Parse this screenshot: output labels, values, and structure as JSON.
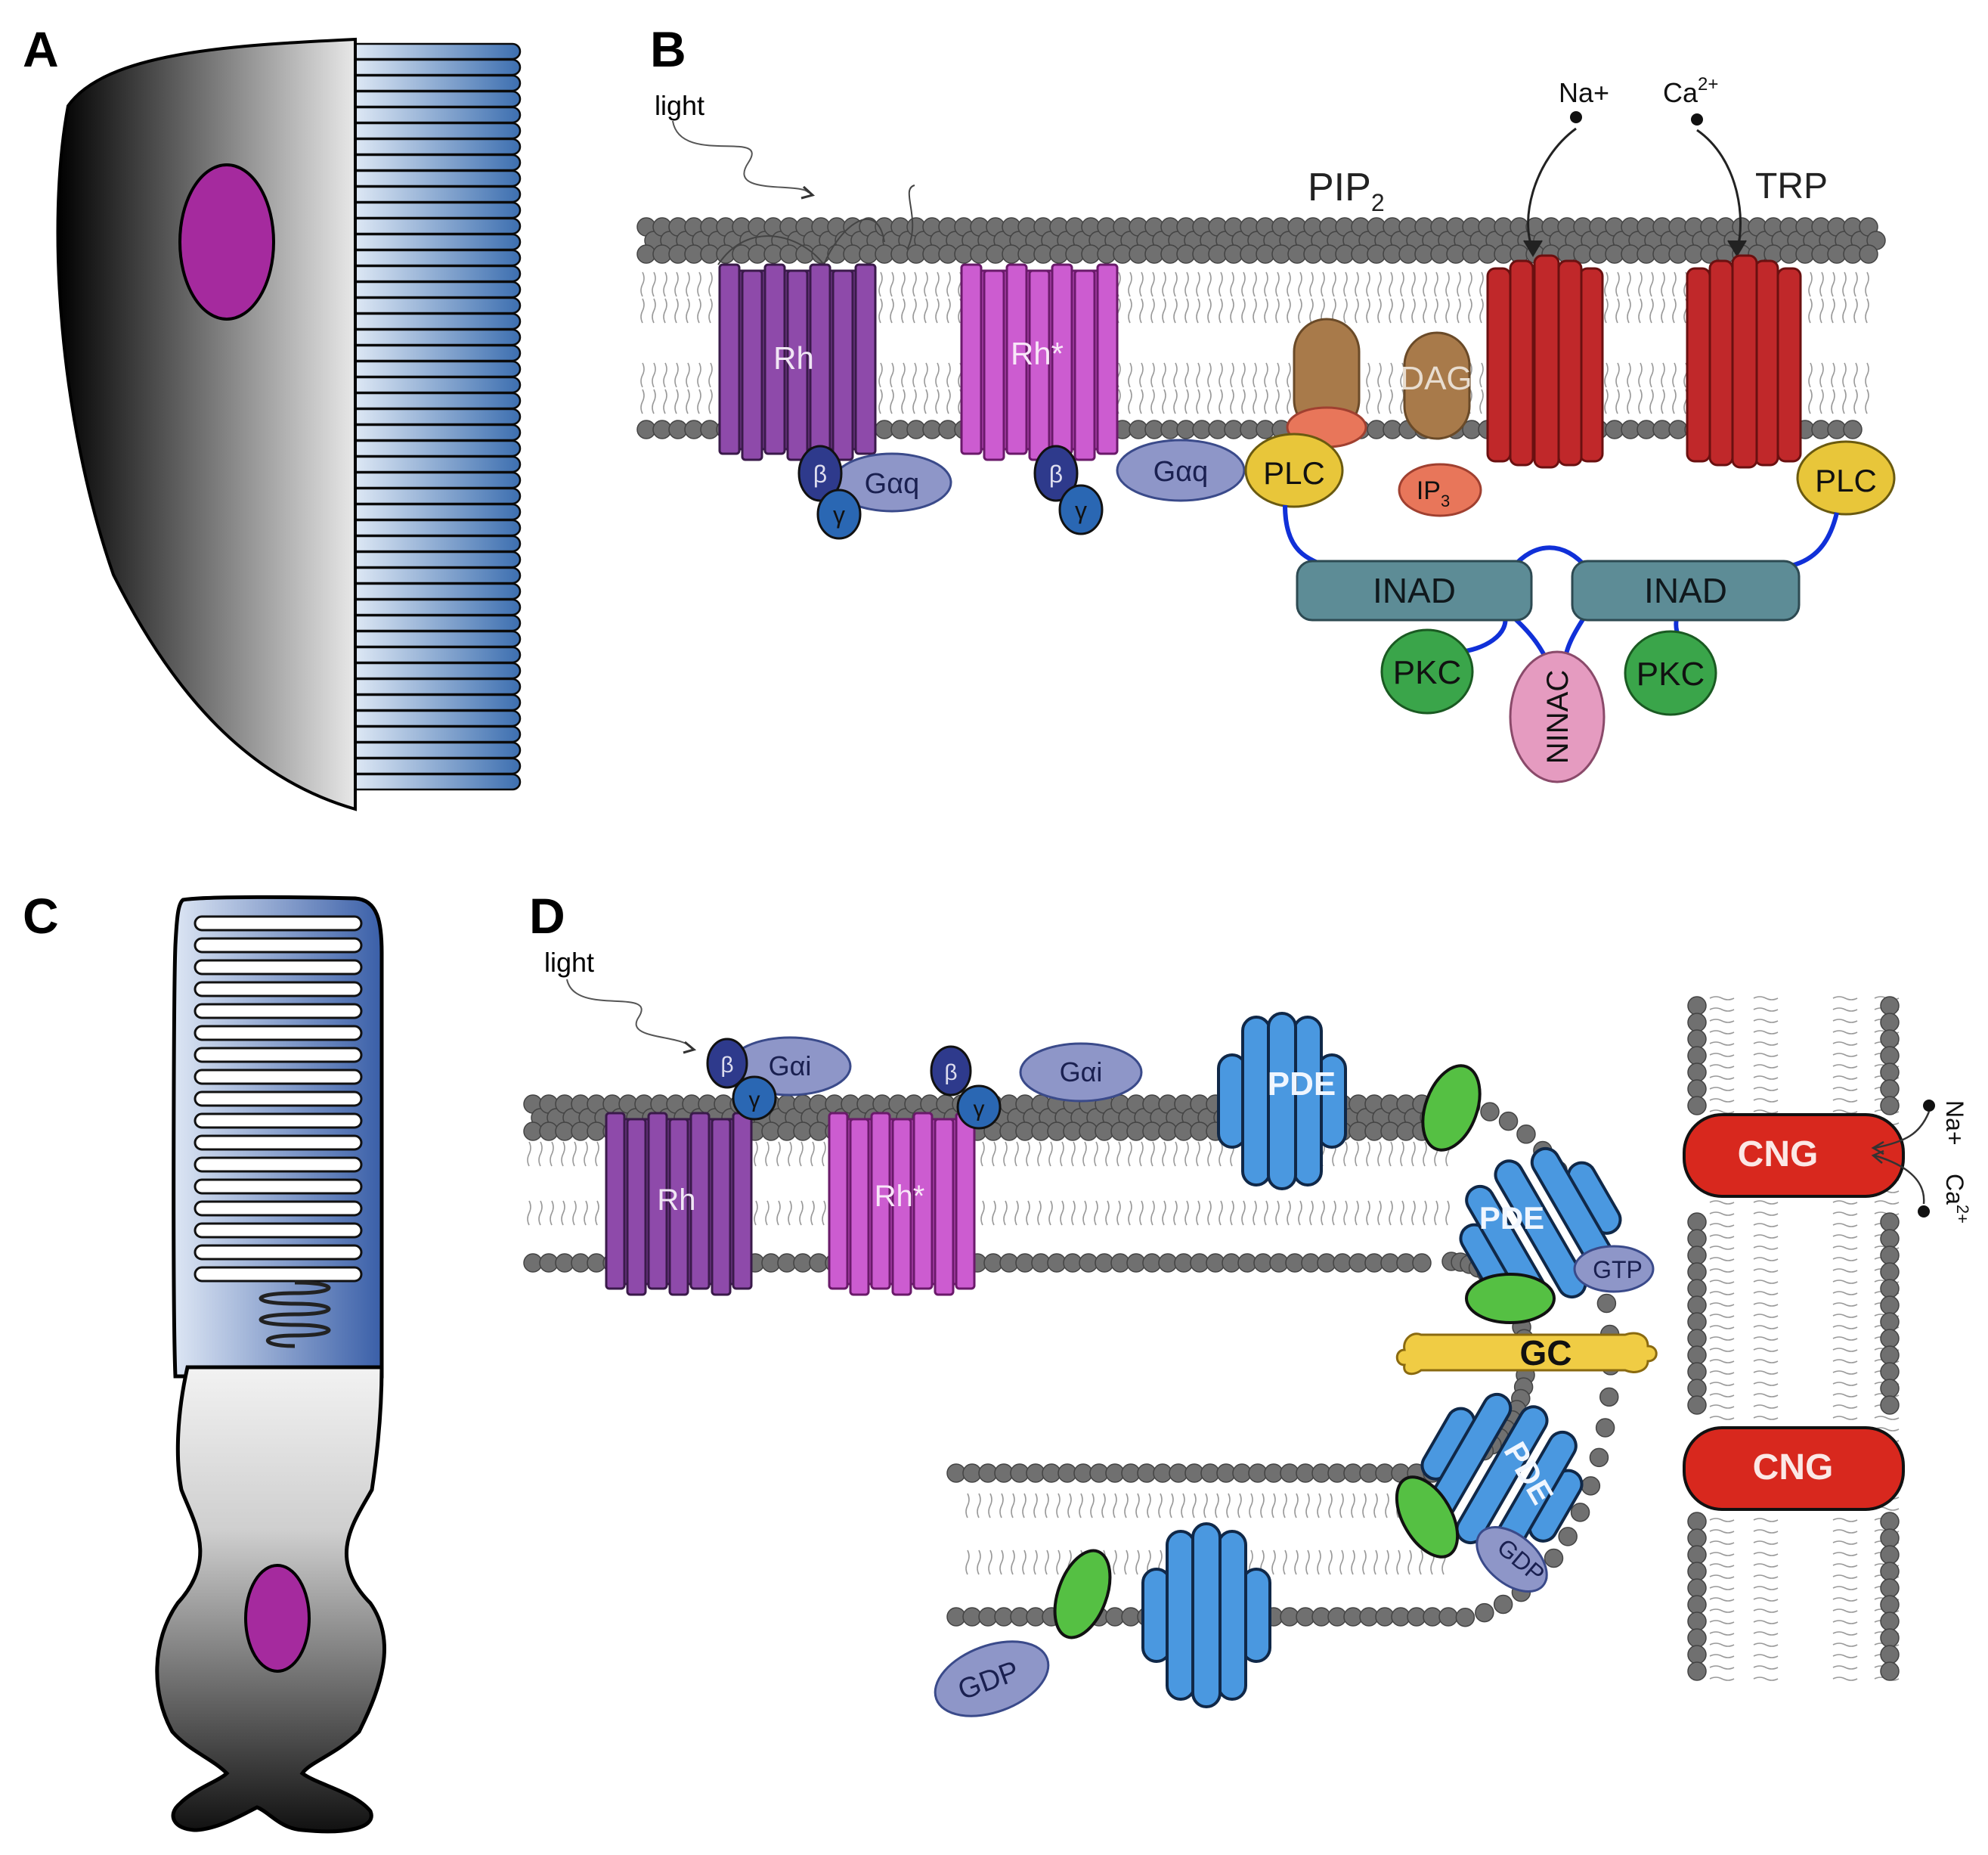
{
  "panels": {
    "a": {
      "letter": "A"
    },
    "b": {
      "letter": "B",
      "light": "light",
      "pip2_main": "PIP",
      "pip2_sub": "2",
      "na": "Na+",
      "ca_main": "Ca",
      "ca_sup": "2+",
      "trp": "TRP",
      "rh": "Rh",
      "rh_active": "Rh*",
      "beta": "β",
      "gamma": "γ",
      "gaq": "Gαq",
      "plc": "PLC",
      "dag": "DAG",
      "ip3_main": "IP",
      "ip3_sub": "3",
      "inad": "INAD",
      "pkc": "PKC",
      "ninac": "NINAC"
    },
    "c": {
      "letter": "C"
    },
    "d": {
      "letter": "D",
      "light": "light",
      "rh": "Rh",
      "rh_active": "Rh*",
      "beta": "β",
      "gamma": "γ",
      "gai": "Gαi",
      "pde": "PDE",
      "gtp": "GTP",
      "gc": "GC",
      "gdp": "GDP",
      "cng": "CNG",
      "na": "Na+",
      "ca_main": "Ca",
      "ca_sup": "2+"
    }
  },
  "colors": {
    "rh": "#7d3f98",
    "rh_active": "#c44fc4",
    "g_alpha": "#8e96c8",
    "beta": "#2e3a8c",
    "gamma": "#2a67b3",
    "plc": "#e8c63a",
    "dag": "#a87a4a",
    "ip3": "#e8765a",
    "trp": "#c0282a",
    "inad": "#5d8c96",
    "pkc": "#3aa54a",
    "ninac": "#e59bc0",
    "pde": "#4a98e0",
    "gc": "#f0cc44",
    "cng": "#d8281e",
    "green_subunit": "#55c043",
    "nucleus": "#a52a9e",
    "membrane_head": "#707070",
    "microvilli": "#4f86c6"
  }
}
